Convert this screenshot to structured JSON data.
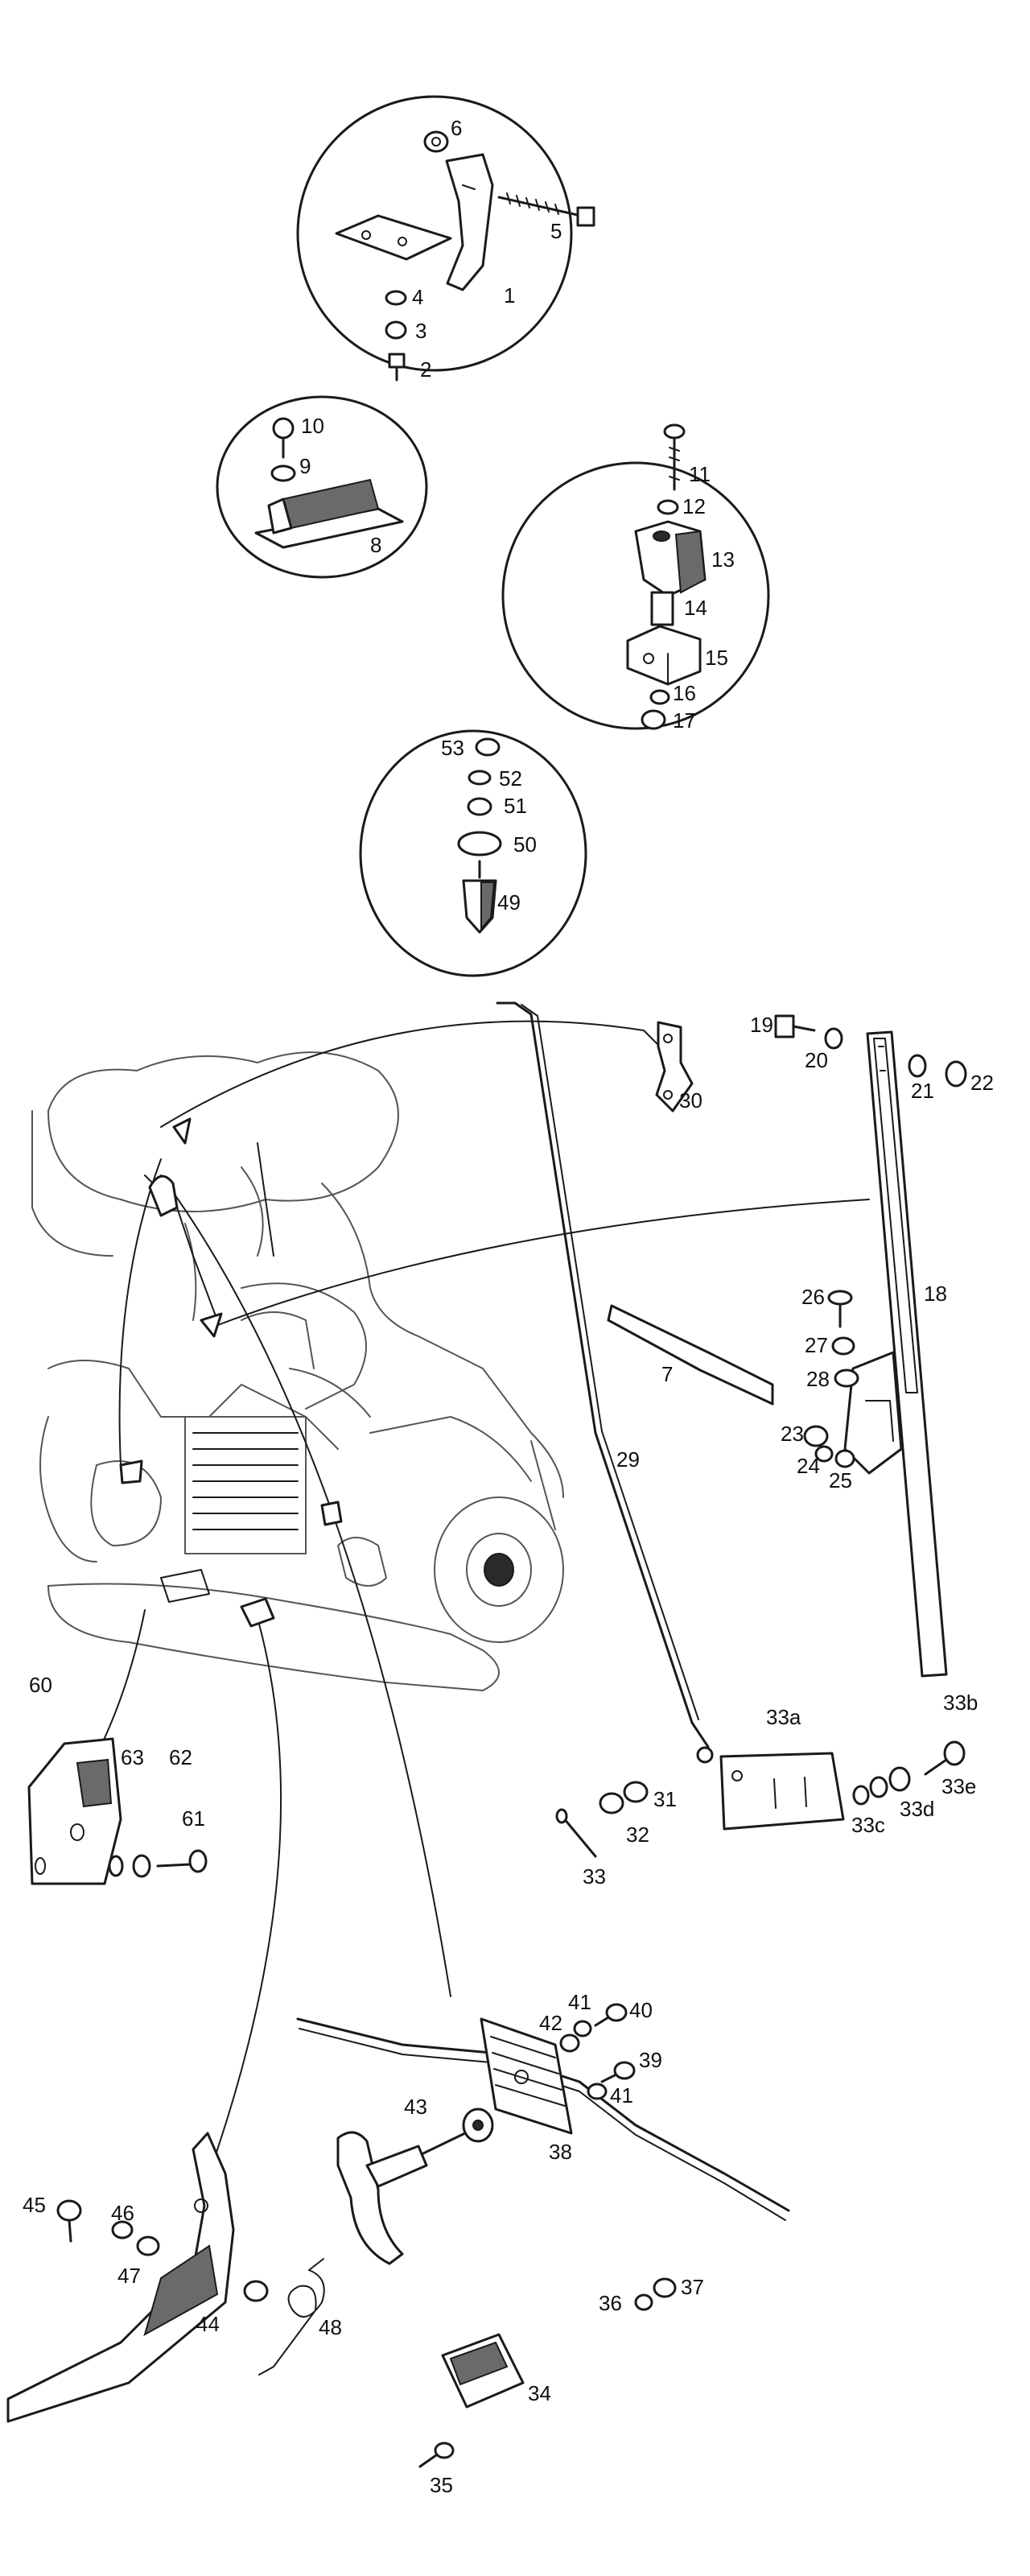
{
  "labels": [
    "1",
    "2",
    "3",
    "4",
    "5",
    "6",
    "7",
    "8",
    "9",
    "10",
    "11",
    "12",
    "13",
    "14",
    "15",
    "16",
    "17",
    "18",
    "19",
    "20",
    "21",
    "22",
    "23",
    "24",
    "25",
    "26",
    "27",
    "28",
    "29",
    "30",
    "31",
    "32",
    "33",
    "33a",
    "33b",
    "33c",
    "33d",
    "33e",
    "34",
    "35",
    "36",
    "37",
    "38",
    "39",
    "40",
    "41",
    "41",
    "42",
    "43",
    "44",
    "45",
    "46",
    "47",
    "48",
    "49",
    "50",
    "51",
    "52",
    "53",
    "60",
    "61",
    "62",
    "63"
  ]
}
